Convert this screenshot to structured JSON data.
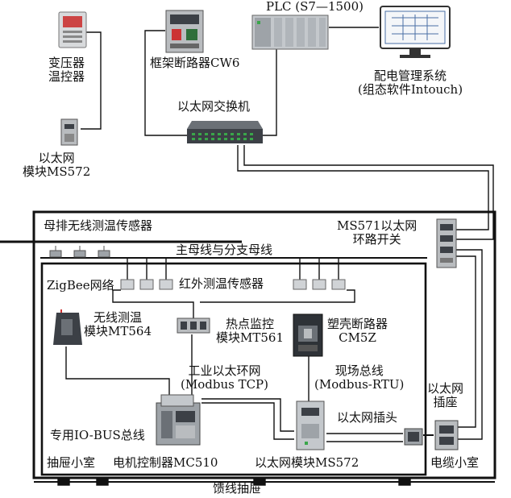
{
  "labels": {
    "plc": "PLC (S7—1500)",
    "transformer_ctrl": "变压器\n温控器",
    "frame_breaker": "框架断路器CW6",
    "dist_mgmt": "配电管理系统\n(组态软件Intouch)",
    "eth_switch": "以太网交换机",
    "eth_module_ms572_top": "以太网\n模块MS572",
    "busbar_wireless": "母排无线测温传感器",
    "ms571": "MS571以太网\n环路开关",
    "main_bus": "主母线与分支母线",
    "zigbee": "ZigBee网络",
    "ir_sensor": "红外测温传感器",
    "wireless_module": "无线测温\n模块MT564",
    "hotspot_module": "热点监控\n模块MT561",
    "mccb": "塑壳断路器\nCM5Z",
    "industrial_ring": "工业以太环网\n(Modbus TCP)",
    "fieldbus": "现场总线\n(Modbus-RTU)",
    "eth_socket": "以太网\n插座",
    "eth_plug": "以太网插头",
    "io_bus": "专用IO-BUS总线",
    "drawer_room": "抽屉小室",
    "motor_ctrl": "电机控制器MC510",
    "eth_module_ms572_bottom": "以太网模块MS572",
    "cable_room": "电缆小室",
    "feeder_drawer": "馈线抽屉"
  },
  "colors": {
    "line": "#111111",
    "device_gray": "#9ea3a8",
    "device_dark": "#3c4046",
    "screen_blue": "#4a6fa5",
    "led_green": "#3aa64a"
  },
  "icons": [
    "transformer-controller-icon",
    "frame-breaker-icon",
    "plc-icon",
    "monitor-icon",
    "ethernet-switch-icon",
    "ms572-module-icon",
    "ms571-switch-icon",
    "mt564-icon",
    "mt561-icon",
    "mccb-icon",
    "mc510-icon",
    "socket-icon",
    "plug-icon",
    "wireless-sensor-icon",
    "ir-sensor-icon"
  ]
}
